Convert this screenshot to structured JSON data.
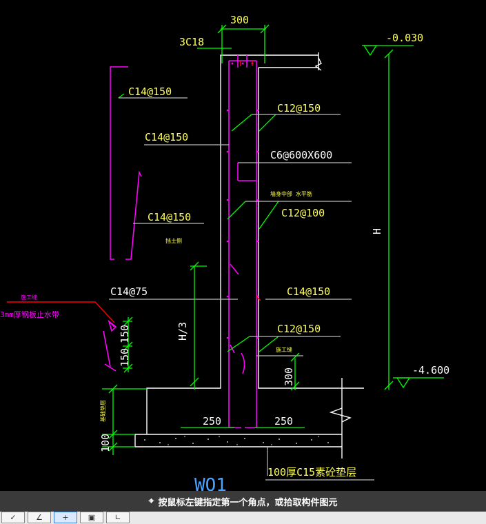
{
  "drawing": {
    "dim_top": "300",
    "top_bars": "3C18",
    "level_top": "-0.030",
    "level_bottom": "-4.600",
    "dim_height": "H",
    "dim_third": "H/3",
    "dim_150a": "150",
    "dim_150b": "150",
    "dim_300": "300",
    "dim_100": "100",
    "dim_250_left": "250",
    "dim_250_right": "250",
    "bar_left_1": "C14@150",
    "bar_left_2": "C14@150",
    "bar_left_3": "C14@150",
    "bar_left_4": "C14@75",
    "bar_right_1": "C12@150",
    "bar_right_2": "C6@600X600",
    "bar_right_3": "C12@100",
    "bar_right_4": "C14@150",
    "bar_right_5": "C12@150",
    "note_mid": "墙身中部 水平筋",
    "note_soil": "挡土侧",
    "note_joint_top": "施工缝",
    "note_joint_left": "施工缝",
    "note_steel_plate": "3mm厚钢板止水带",
    "note_bottom": "基础垫层",
    "bedding": "100厚C15素砼垫层",
    "section_id": "WQ1"
  },
  "status": {
    "prompt": "按鼠标左键指定第一个角点，或拾取构件图元",
    "cursor_icon": "crosshair-cursor-icon"
  },
  "toolbar": {
    "buttons": [
      {
        "name": "check-tool",
        "label": "✓",
        "active": false
      },
      {
        "name": "line-tool",
        "label": "∠",
        "active": false
      },
      {
        "name": "point-tool",
        "label": "+",
        "active": true
      },
      {
        "name": "box-tool",
        "label": "▣",
        "active": false
      },
      {
        "name": "angle-tool",
        "label": "∟",
        "active": false
      }
    ]
  },
  "colors": {
    "concrete_outline": "#ffffff",
    "rebar": "#ff00ff",
    "dimension": "#00ff00",
    "label": "#ffff55",
    "leader": "#ff0000"
  }
}
